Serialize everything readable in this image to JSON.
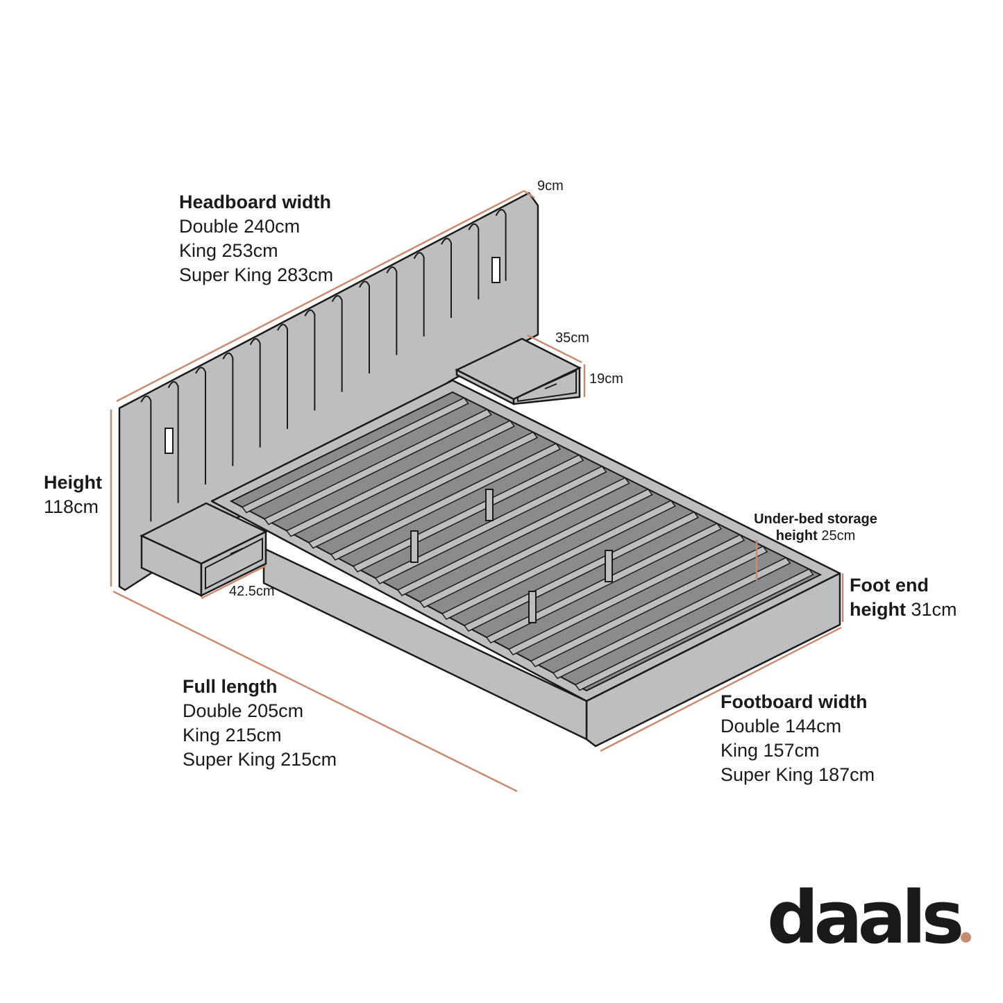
{
  "colors": {
    "accent": "#c98a72",
    "bed_fill": "#bdbebf",
    "slat_gap": "#8a8b8c",
    "outline": "#1a1a1a"
  },
  "headboard_width": {
    "title": "Headboard width",
    "lines": [
      "Double 240cm",
      "King 253cm",
      "Super King 283cm"
    ]
  },
  "headboard_depth": "9cm",
  "height": {
    "title": "Height",
    "value": "118cm"
  },
  "side_table_depth": "35cm",
  "side_table_height": "19cm",
  "side_table_width": "42.5cm",
  "storage": {
    "title": "Under-bed storage",
    "height_label": "height",
    "value": "25cm"
  },
  "foot_end": {
    "title": "Foot end",
    "height_label": "height",
    "value": "31cm"
  },
  "full_length": {
    "title": "Full length",
    "lines": [
      "Double 205cm",
      "King 215cm",
      "Super King 215cm"
    ]
  },
  "footboard_width": {
    "title": "Footboard width",
    "lines": [
      "Double 144cm",
      "King 157cm",
      "Super King 187cm"
    ]
  },
  "brand": {
    "name": "daals",
    "dot_color": "#c98a72"
  }
}
